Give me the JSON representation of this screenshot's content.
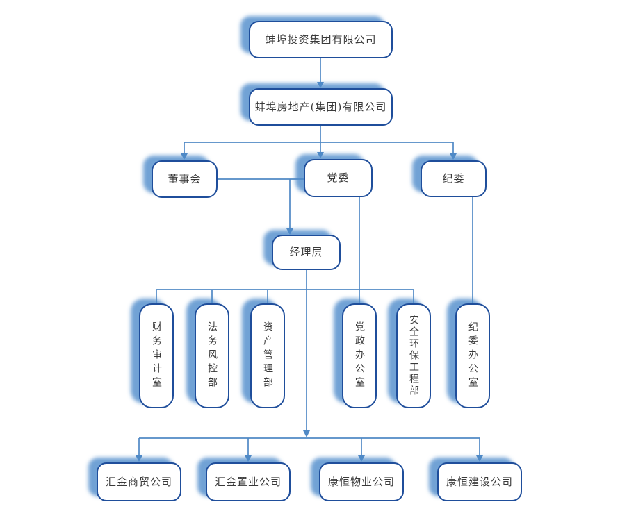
{
  "colors": {
    "background": "#ffffff",
    "node_border": "#1f4e9b",
    "node_fill": "#ffffff",
    "connector": "#5089c5",
    "shadow": "#4d8bca",
    "text": "#3a3a3a"
  },
  "org_chart": {
    "root": {
      "label": "蚌埠投资集团有限公司"
    },
    "group": {
      "label": "蚌埠房地产(集团)有限公司"
    },
    "governance": [
      {
        "label": "董事会"
      },
      {
        "label": "党委"
      },
      {
        "label": "纪委"
      }
    ],
    "management": {
      "label": "经理层"
    },
    "departments": [
      {
        "label": "财务审计室"
      },
      {
        "label": "法务风控部"
      },
      {
        "label": "资产管理部"
      },
      {
        "label": "党政办公室"
      },
      {
        "label": "安全环保工程部"
      },
      {
        "label": "纪委办公室"
      }
    ],
    "subsidiaries": [
      {
        "label": "汇金商贸公司"
      },
      {
        "label": "汇金置业公司"
      },
      {
        "label": "康恒物业公司"
      },
      {
        "label": "康恒建设公司"
      }
    ]
  }
}
